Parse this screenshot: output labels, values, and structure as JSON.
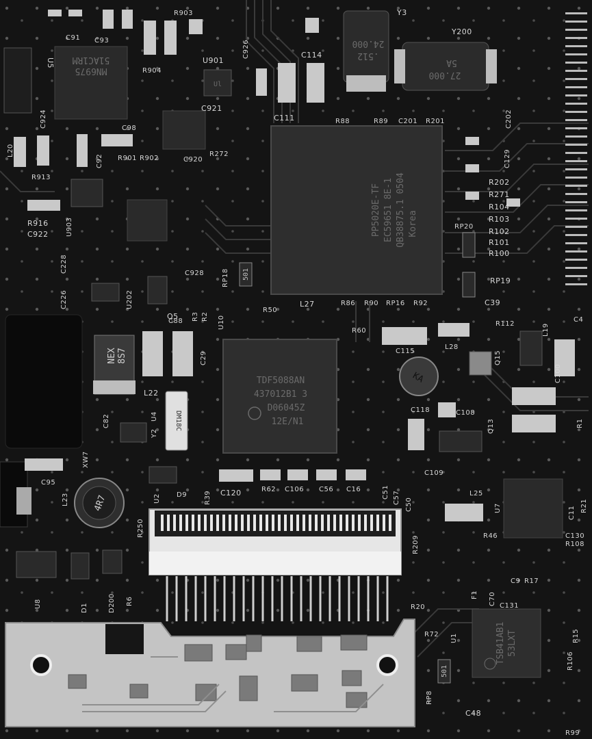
{
  "silkscreen": {
    "y3": "Y3",
    "y200": "Y200",
    "c91": "C91",
    "c93": "C93",
    "u5": "U5",
    "r903": "R903",
    "u901": "U901",
    "c926": "C926",
    "c114": "C114",
    "r904": "R904",
    "c921": "C921",
    "c924": "C924",
    "c98": "C98",
    "c111": "C111",
    "r88": "R88",
    "r89": "R89",
    "c201": "C201",
    "r201": "R201",
    "c202": "C202",
    "l20": "L20",
    "r901": "R901",
    "r902": "R902",
    "c920": "C920",
    "r272": "R272",
    "c129": "C129",
    "r913": "R913",
    "c92": "C92",
    "r916": "R916",
    "c922": "C922",
    "u903": "U903",
    "r202": "R202",
    "r271": "R271",
    "r104": "R104",
    "r103": "R103",
    "r102": "R102",
    "r101": "R101",
    "r100": "R100",
    "rp20": "RP20",
    "rp19": "RP19",
    "c228": "C228",
    "c226": "C226",
    "u202": "U202",
    "c928": "C928",
    "rp18": "RP18",
    "l27": "L27",
    "r86": "R86",
    "r90": "R90",
    "rp16": "RP16",
    "r92": "R92",
    "c39": "C39",
    "q5": "Q5",
    "c88": "C88",
    "r3": "R3",
    "r2": "R2",
    "u10": "U10",
    "r50": "R50",
    "r112": "R112",
    "c4": "C4",
    "r60": "R60",
    "l28": "L28",
    "l19": "L19",
    "c29": "C29",
    "c115": "C115",
    "q15": "Q15",
    "c100": "C100",
    "l22": "L22",
    "u4": "U4",
    "y2": "Y2",
    "c82": "C82",
    "c118": "C118",
    "c108": "C108",
    "q13": "Q13",
    "xw7": "XW7",
    "c95": "C95",
    "l23": "L23",
    "u2": "U2",
    "d9": "D9",
    "r39": "R39",
    "c120": "C120",
    "r62": "R62",
    "c106": "C106",
    "c56": "C56",
    "c16": "C16",
    "c51": "C51",
    "c57": "C57",
    "c50": "C50",
    "c109": "C109",
    "l25": "L25",
    "u7": "U7",
    "c11": "C11",
    "r21": "R21",
    "r250": "R250",
    "r209": "R209",
    "r46": "R46",
    "c130": "C130",
    "r108": "R108",
    "c9": "C9",
    "r17": "R17",
    "c70": "C70",
    "c131": "C131",
    "f1": "F1",
    "d200": "D200",
    "r6": "R6",
    "u8": "U8",
    "d1": "D1",
    "r20": "R20",
    "r72": "R72",
    "u1": "U1",
    "r106": "R106",
    "rp8": "RP8",
    "c48": "C48",
    "r99": "R99",
    "r15": "R15",
    "r1": "R1"
  },
  "components": {
    "u5_marking": [
      "MN6975",
      "51AC1RM"
    ],
    "u901_marking": "Ul",
    "crystal_y3": [
      "24.000",
      ".512"
    ],
    "crystal_y200": [
      "27.000",
      "5A"
    ],
    "cpu_marking": [
      "PP5020E-TF",
      "EC59651 8E-1",
      "QB38875.1 0504",
      "Korea"
    ],
    "u10_marking": [
      "TDF5088AN",
      "437012B1 3",
      "D06045Z",
      "12E/N1"
    ],
    "u4_marking": "DM18C",
    "l22_marking": [
      "NEX",
      "8S7"
    ],
    "l23_marking": "4R7",
    "c118_marking": "KA",
    "u1_marking": [
      "TSB41AB1",
      "53LXT"
    ],
    "rp_marking": "501"
  },
  "colors": {
    "board": "#141414",
    "silkscreen": "#d8d8d8",
    "chip": "#2a2a2a",
    "pad": "#c9c9c9",
    "connector": "#e6e6e6"
  }
}
